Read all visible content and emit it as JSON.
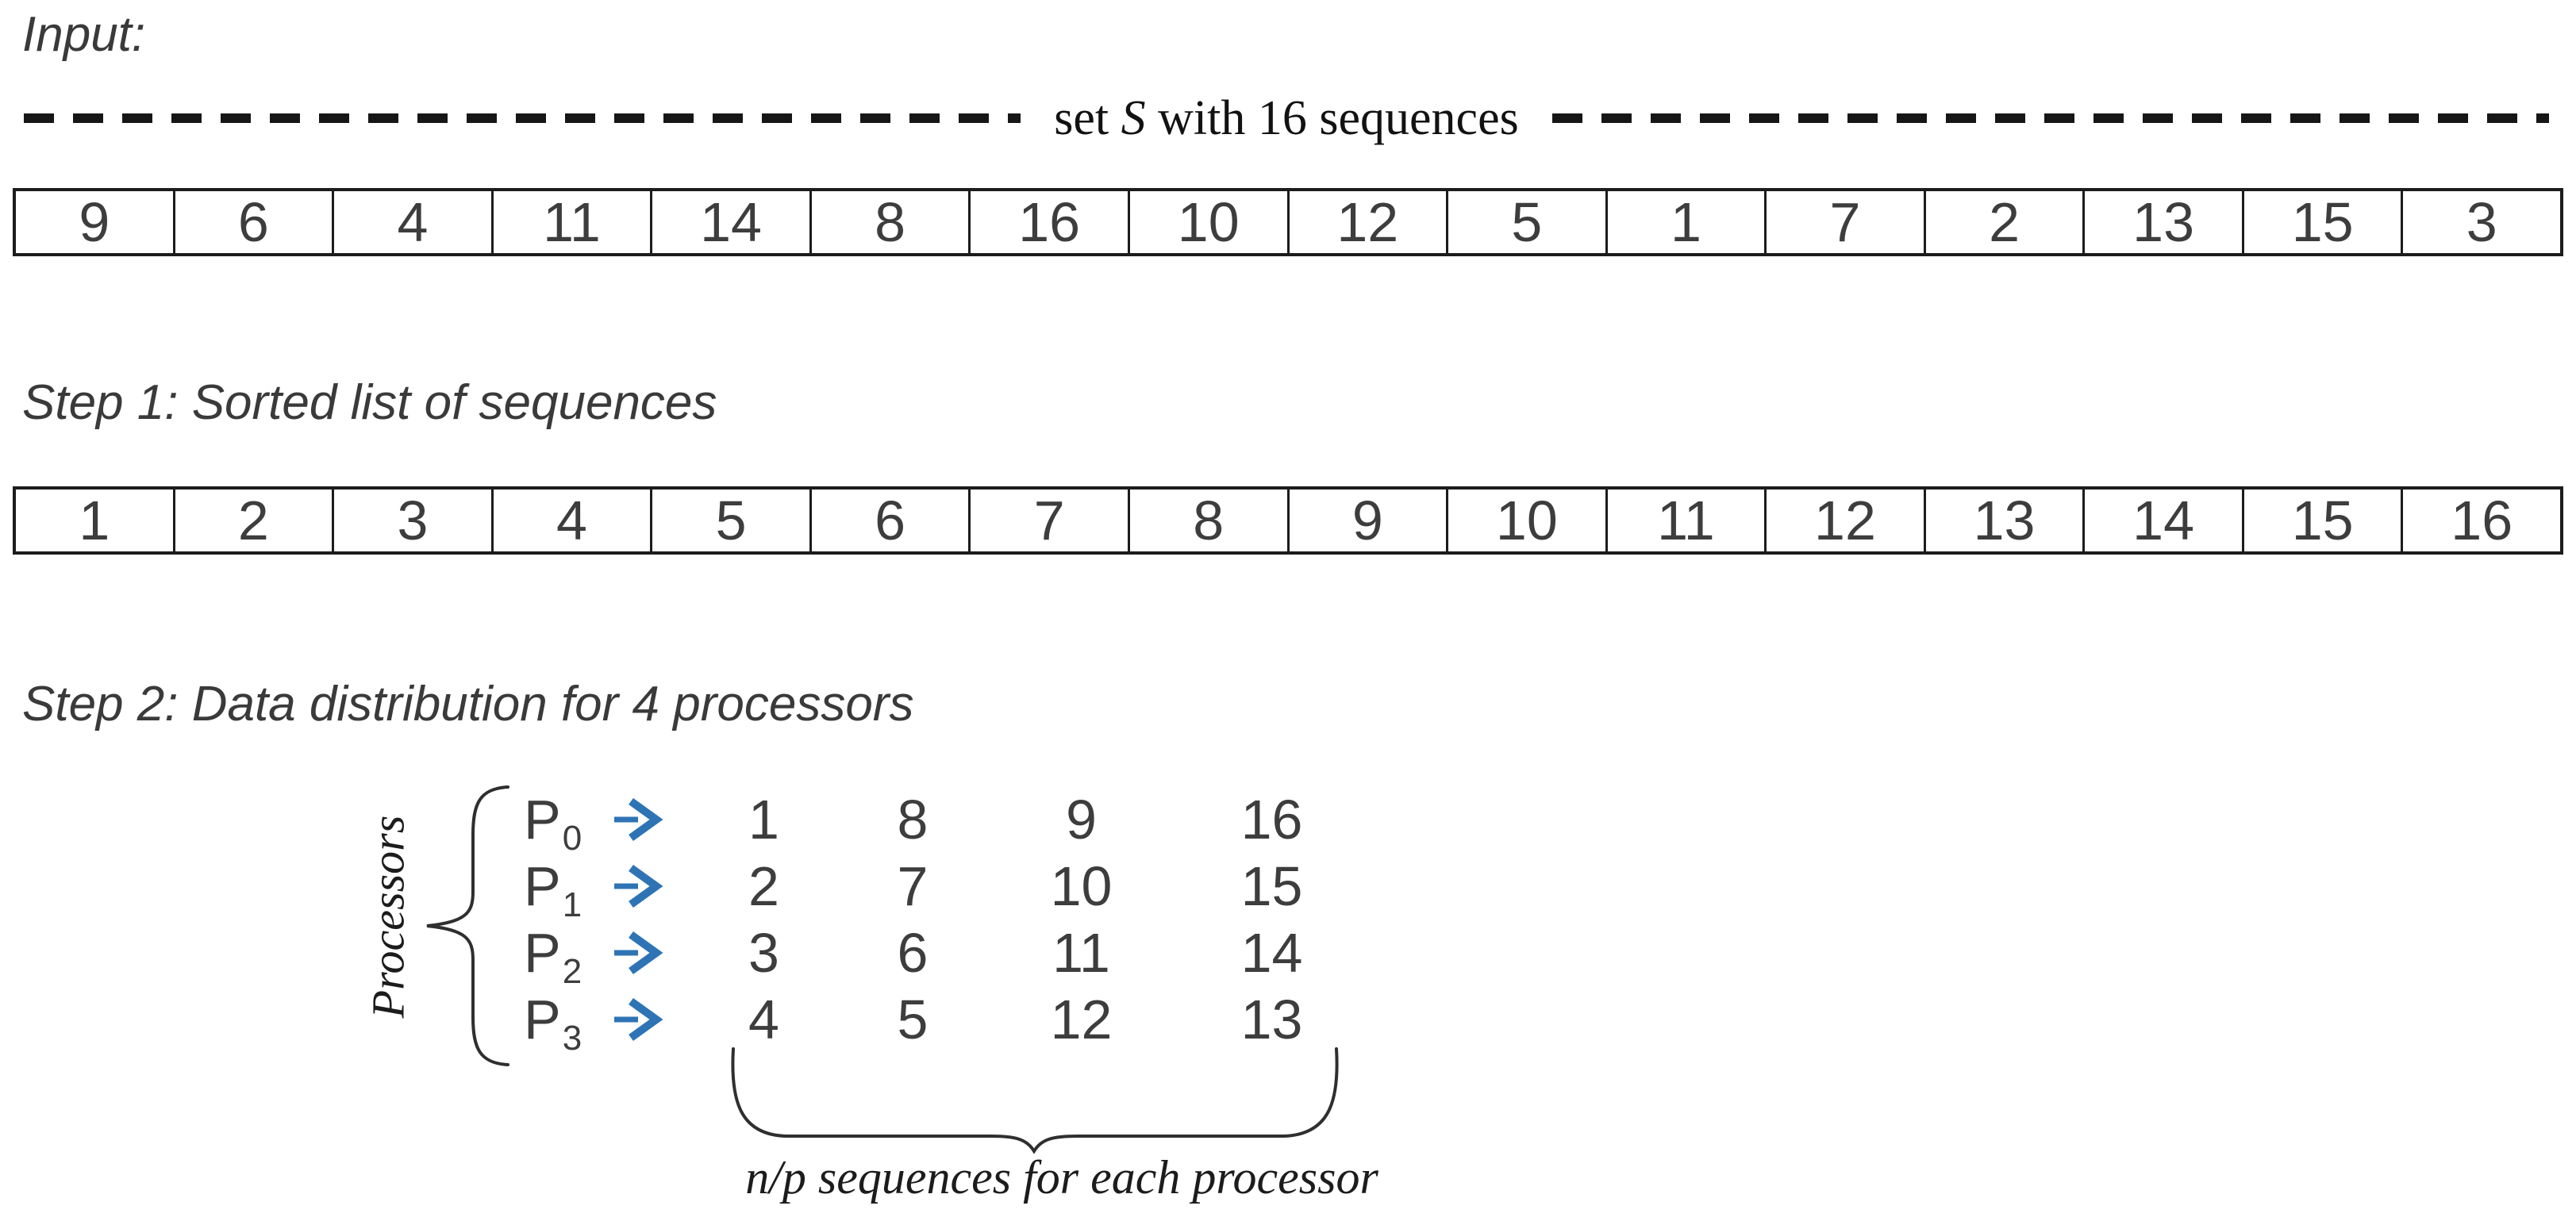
{
  "input_label": "Input:",
  "set_label": {
    "prefix": "set ",
    "symbol": "S",
    "suffix": " with 16 sequences"
  },
  "input_sequence": [
    "9",
    "6",
    "4",
    "11",
    "14",
    "8",
    "16",
    "10",
    "12",
    "5",
    "1",
    "7",
    "2",
    "13",
    "15",
    "3"
  ],
  "step1_label": "Step 1: Sorted list of sequences",
  "sorted_sequence": [
    "1",
    "2",
    "3",
    "4",
    "5",
    "6",
    "7",
    "8",
    "9",
    "10",
    "11",
    "12",
    "13",
    "14",
    "15",
    "16"
  ],
  "step2_label": "Step 2: Data distribution for 4 processors",
  "processors_axis_label": "Processors",
  "distribution": [
    {
      "processor": "P",
      "sub": "0",
      "values": [
        "1",
        "8",
        "9",
        "16"
      ]
    },
    {
      "processor": "P",
      "sub": "1",
      "values": [
        "2",
        "7",
        "10",
        "15"
      ]
    },
    {
      "processor": "P",
      "sub": "2",
      "values": [
        "3",
        "6",
        "11",
        "14"
      ]
    },
    {
      "processor": "P",
      "sub": "3",
      "values": [
        "4",
        "5",
        "12",
        "13"
      ]
    }
  ],
  "bottom_caption": "n/p sequences for each processor",
  "colors": {
    "arrow_blue": "#2E74B5",
    "line_dark": "#1c1c1c",
    "number_gray": "#3d3d3d"
  }
}
